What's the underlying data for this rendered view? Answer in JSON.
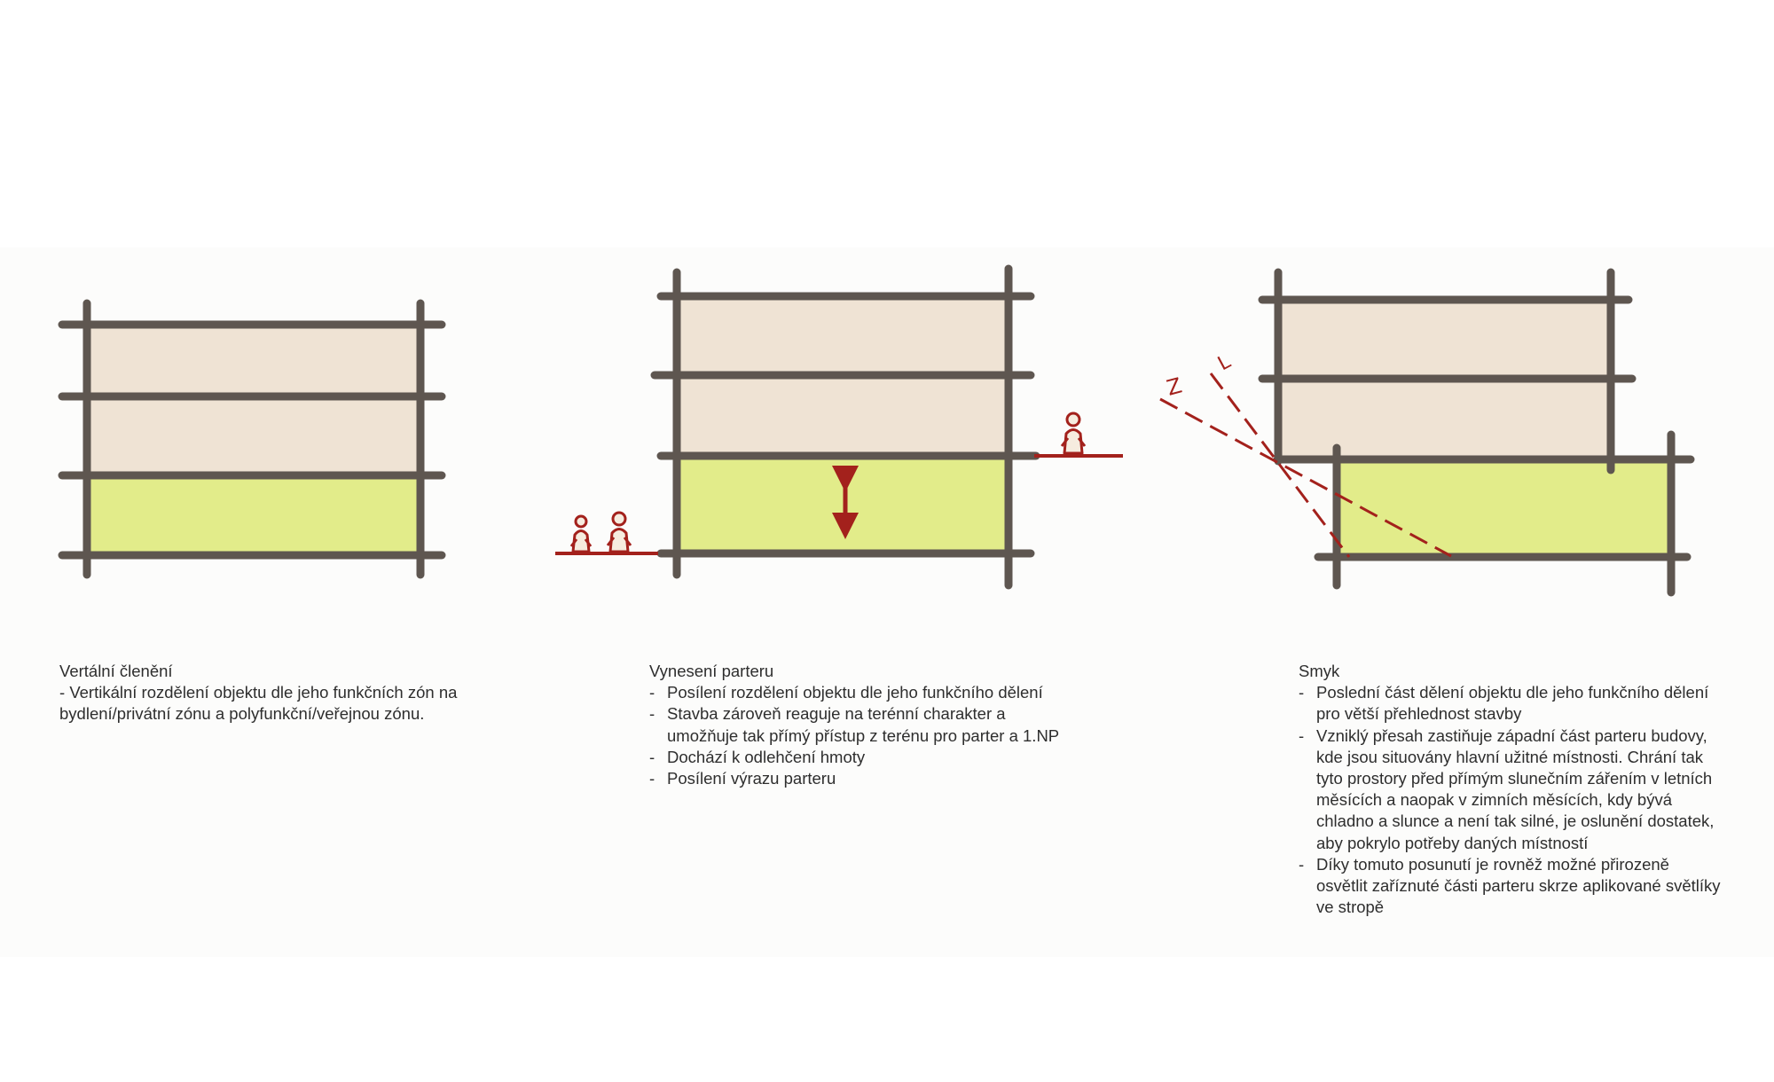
{
  "colors": {
    "structure": "#5e5650",
    "upper_zone": "#efe3d4",
    "ground_zone": "#e2ec8a",
    "accent": "#a3211c"
  },
  "diagrams": [
    {
      "id": "vertical-division",
      "title": "Vertální členění",
      "points": [
        "Vertikální rozdělení objektu dle jeho funkčních zón na bydlení/privátní zónu a polyfunkční/veřejnou zónu."
      ]
    },
    {
      "id": "raised-ground-floor",
      "title": "Vynesení parteru",
      "points": [
        "Posílení rozdělení objektu dle jeho funkčního dělení",
        "Stavba zároveň reaguje na terénní charakter a umožňuje tak přímý přístup z terénu pro parter a 1.NP",
        "Dochází k odlehčení hmoty",
        "Posílení výrazu parteru"
      ]
    },
    {
      "id": "shear",
      "title": "Smyk",
      "sun_labels": {
        "summer": "L",
        "winter": "Z"
      },
      "points": [
        "Poslední část dělení objektu dle jeho funkčního dělení pro větší přehlednost stavby",
        "Vzniklý přesah zastiňuje západní část parteru budovy, kde jsou situovány hlavní užitné místnosti. Chrání tak tyto prostory před přímým slunečním zářením v letních měsících a naopak v zimních měsících, kdy bývá chladno a slunce a není tak silné, je oslunění dostatek, aby pokrylo potřeby daných místností",
        "Díky tomuto posunutí je rovněž možné přirozeně osvětlit zaříznuté části parteru skrze aplikované světlíky ve stropě"
      ]
    }
  ]
}
